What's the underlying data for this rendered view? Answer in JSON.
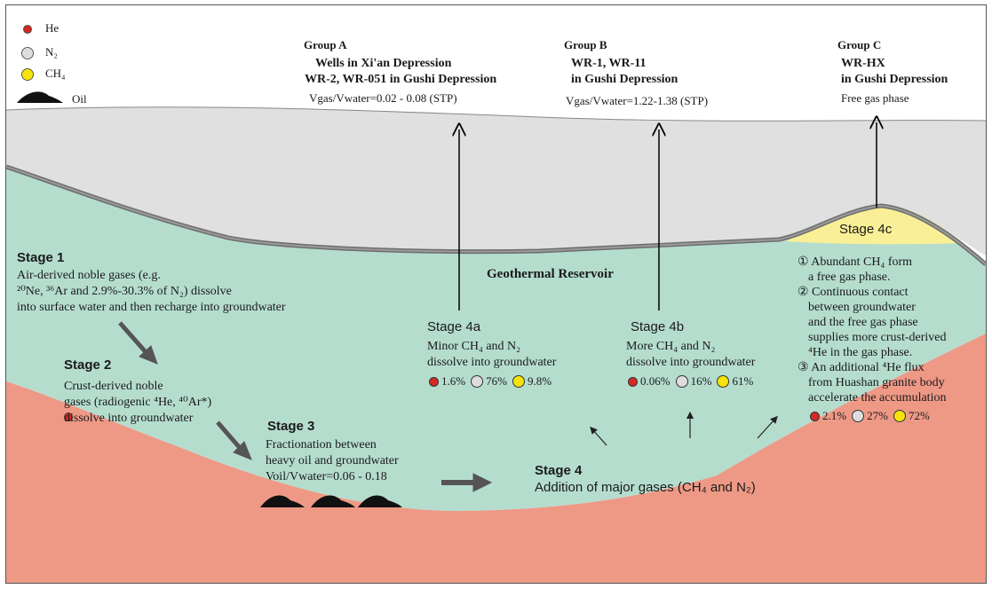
{
  "legend": {
    "he": "He",
    "n2": "N₂",
    "ch4": "CH₄",
    "oil": "Oil"
  },
  "group_a": {
    "title": "Group A",
    "line1": "Wells  in  Xi'an Depression",
    "line2": "WR-2, WR-051 in Gushi Depression",
    "note": "Vgas/Vwater=0.02 - 0.08 (STP)"
  },
  "group_b": {
    "title": "Group B",
    "line1": "WR-1, WR-11",
    "line2": "in  Gushi Depression",
    "note": "Vgas/Vwater=1.22-1.38 (STP)"
  },
  "group_c": {
    "title": "Group C",
    "line1": "WR-HX",
    "line2": "in  Gushi Depression",
    "note": "Free gas phase"
  },
  "reservoir_label": "Geothermal Reservoir",
  "stage1": {
    "title": "Stage 1",
    "lines": [
      "Air-derived noble gases (e.g.",
      "²⁰Ne, ³⁶Ar and 2.9%-30.3% of N₂) dissolve",
      "into surface water and then recharge into groundwater"
    ]
  },
  "stage2": {
    "title": "Stage 2",
    "lines": [
      "Crust-derived noble",
      "gases (radiogenic ⁴He, ⁴⁰Ar*)",
      "dissolve into groundwater"
    ]
  },
  "stage3": {
    "title": "Stage 3",
    "lines": [
      "Fractionation between",
      "heavy oil and groundwater",
      "Voil/Vwater=0.06 - 0.18"
    ]
  },
  "stage4": {
    "title": "Stage 4",
    "line": "Addition of major gases (CH₄ and N₂)"
  },
  "stage4a": {
    "title": "Stage 4a",
    "lines": [
      "Minor  CH₄ and N₂",
      "dissolve into groundwater"
    ],
    "he": "1.6%",
    "n2": "76%",
    "ch4": "9.8%"
  },
  "stage4b": {
    "title": "Stage 4b",
    "lines": [
      "More CH₄ and N₂",
      "dissolve into groundwater"
    ],
    "he": "0.06%",
    "n2": "16%",
    "ch4": "61%"
  },
  "stage4c": {
    "title": "Stage 4c",
    "lines": [
      "①  Abundant CH₄  form",
      "a free gas phase.",
      "②  Continuous  contact",
      "between groundwater",
      "and  the free gas phase",
      "supplies more  crust-derived",
      "⁴He in the gas phase.",
      "③  An  additional ⁴He flux",
      "from Huashan granite body",
      "accelerate the accumulation"
    ],
    "he": "2.1%",
    "n2": "27%",
    "ch4": "72%"
  },
  "colors": {
    "cap_rock": "#e0e0e0",
    "reservoir": "#b5ddce",
    "basement": "#ee9986",
    "gas_cap": "#f9ef96",
    "he": "#d42a23",
    "n2": "#dddddd",
    "ch4": "#f7e30c"
  }
}
